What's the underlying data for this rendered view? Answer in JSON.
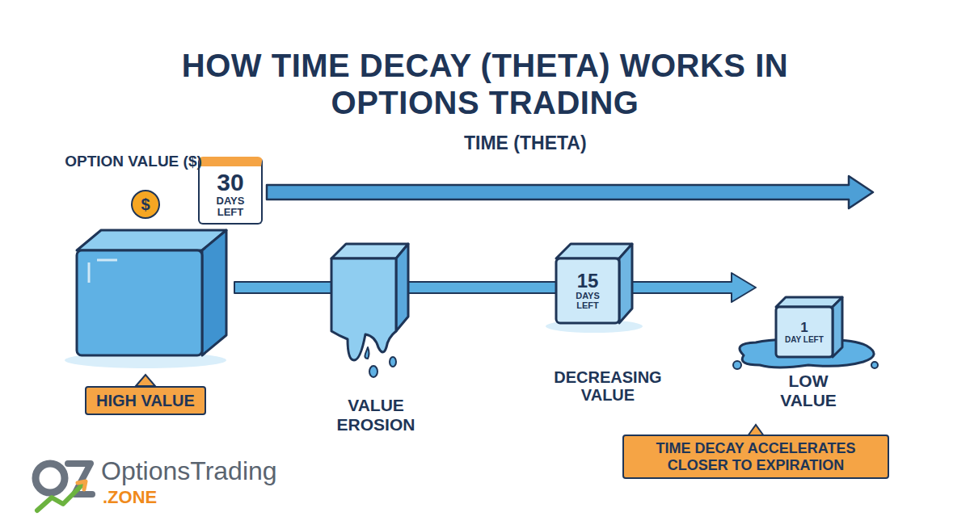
{
  "diagram": {
    "title": "HOW TIME DECAY (THETA) WORKS IN OPTIONS TRADING",
    "nodes": [
      {
        "text": [
          "$"
        ]
      },
      {
        "text": [
          "30",
          "DAYS LEFT"
        ]
      },
      {
        "text": [
          "HIGH VALUE"
        ]
      },
      {
        "text": [
          "15",
          "DAYS LEFT"
        ]
      },
      {
        "text": [
          "1",
          "DAY LEFT"
        ]
      },
      {
        "text": [
          "TIME DECAY ACCELERATES CLOSER TO EXPIRATION"
        ]
      }
    ],
    "labels": [
      "OPTION VALUE ($)",
      "TIME (THETA)",
      "VALUE EROSION",
      "DECREASING VALUE",
      "LOW VALUE",
      "OptionsTrading",
      ".ZONE"
    ]
  }
}
